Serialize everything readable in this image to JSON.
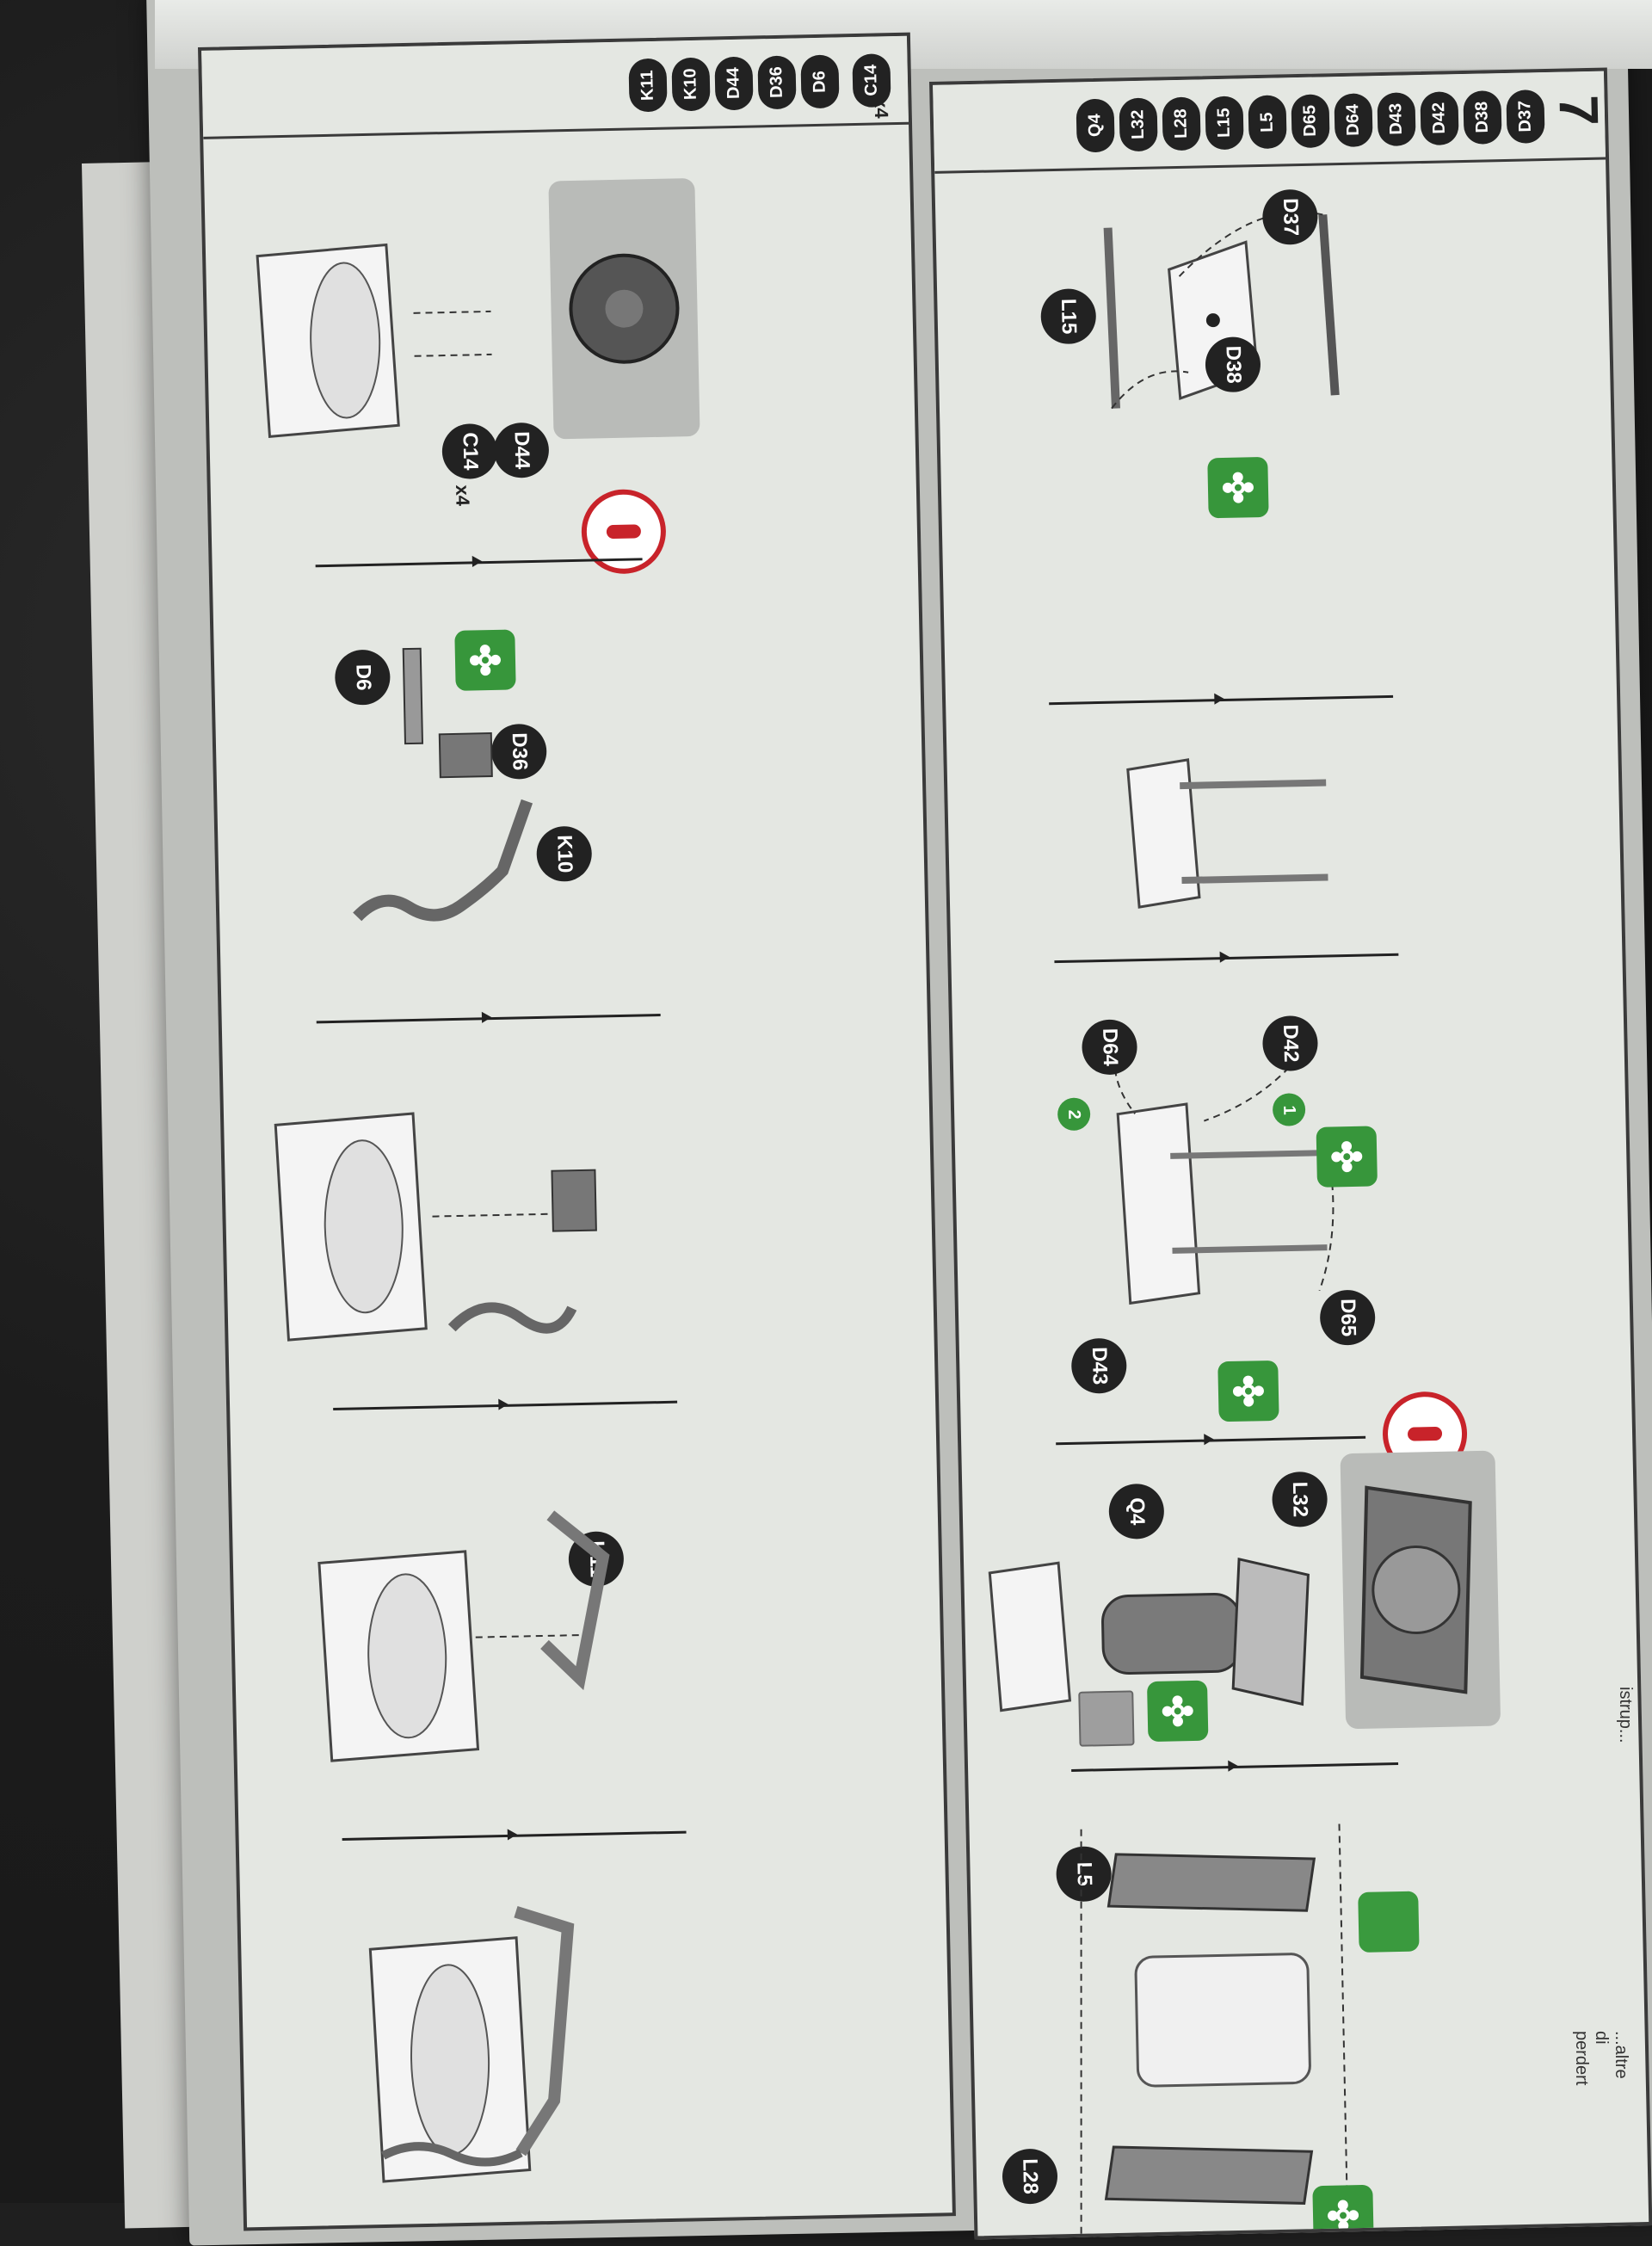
{
  "step": {
    "number": "7"
  },
  "top_parts": [
    "D37",
    "D38",
    "D42",
    "D43",
    "D64",
    "D65",
    "L5",
    "L15",
    "L28",
    "L32",
    "Q4"
  ],
  "bottom_parts": [
    "C14",
    "D6",
    "D36",
    "D44",
    "K10",
    "K11"
  ],
  "bottom_parts_qty": "x4",
  "labels": {
    "d37": "D37",
    "l15": "L15",
    "d38": "D38",
    "d64": "D64",
    "d42": "D42",
    "d65": "D65",
    "d43": "D43",
    "q4": "Q4",
    "l32": "L32",
    "l5": "L5",
    "l28": "L28",
    "c14": "C14",
    "c14_qty": "x4",
    "d44": "D44",
    "d6": "D6",
    "d36": "D36",
    "k10": "K10",
    "k11": "K11"
  },
  "sequence_markers": {
    "one": "1",
    "two": "2"
  },
  "footer": {
    "snippet_1": "...altre di perdert",
    "snippet_2": "istrup..."
  },
  "colors": {
    "accent_green": "#37963b",
    "warning_red": "#c8232a",
    "ink": "#222222",
    "page": "#e4e7e2"
  },
  "icons": [
    "flower-icon",
    "warning-icon",
    "tape-icon",
    "arrow-down-icon"
  ]
}
